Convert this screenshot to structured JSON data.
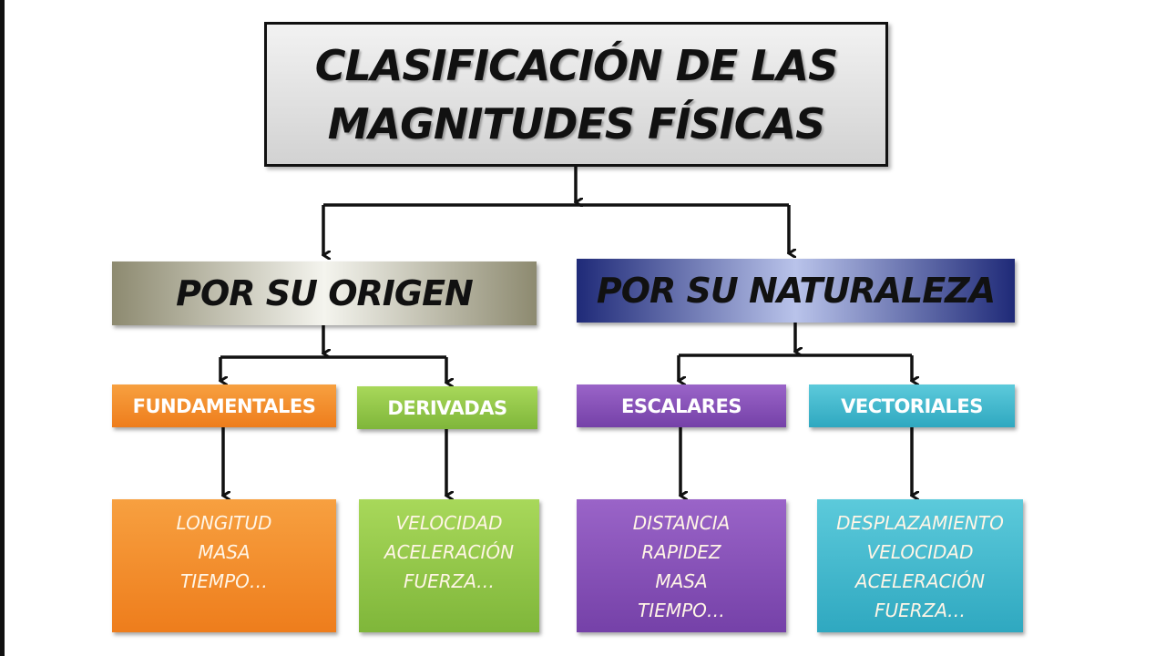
{
  "title": {
    "line1": "CLASIFICACIÓN DE LAS",
    "line2": "MAGNITUDES FÍSICAS"
  },
  "branches": [
    {
      "label": "POR SU ORIGEN",
      "children": [
        {
          "label": "FUNDAMENTALES",
          "color": "#ee7d1c",
          "examples": [
            "LONGITUD",
            "MASA",
            "TIEMPO…"
          ]
        },
        {
          "label": "DERIVADAS",
          "color": "#7fb63a",
          "examples": [
            "VELOCIDAD",
            "ACELERACIÓN",
            "FUERZA…"
          ]
        }
      ]
    },
    {
      "label": "POR SU NATURALEZA",
      "children": [
        {
          "label": "ESCALARES",
          "color": "#7541a8",
          "examples": [
            "DISTANCIA",
            "RAPIDEZ",
            "MASA",
            "TIEMPO…"
          ]
        },
        {
          "label": "VECTORIALES",
          "color": "#2fa8c0",
          "examples": [
            "DESPLAZAMIENTO",
            "VELOCIDAD",
            "ACELERACIÓN",
            "FUERZA…"
          ]
        }
      ]
    }
  ]
}
